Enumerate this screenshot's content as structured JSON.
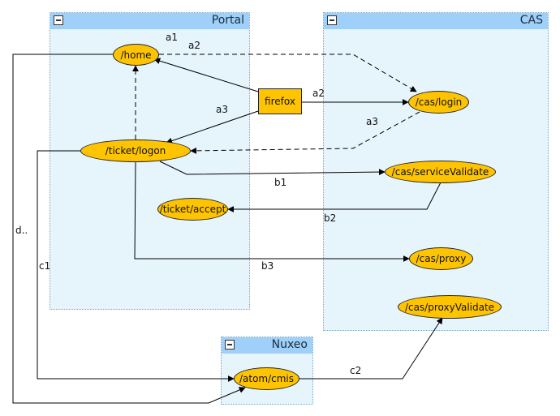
{
  "groups": {
    "portal": {
      "title": "Portal"
    },
    "cas": {
      "title": "CAS"
    },
    "nuxeo": {
      "title": "Nuxeo"
    }
  },
  "nodes": {
    "home": "/home",
    "ticket_logon": "/ticket/logon",
    "ticket_accept": "/ticket/accept",
    "firefox": "firefox",
    "cas_login": "/cas/login",
    "cas_service_validate": "/cas/serviceValidate",
    "cas_proxy": "/cas/proxy",
    "cas_proxy_validate": "/cas/proxyValidate",
    "atom_cmis": "/atom/cmis"
  },
  "edge_labels": {
    "a1": "a1",
    "a2_top": "a2",
    "a2_right": "a2",
    "a3_left": "a3",
    "a3_right": "a3",
    "b1": "b1",
    "b2": "b2",
    "b3": "b3",
    "c1": "c1",
    "c2": "c2",
    "d": "d.."
  },
  "colors": {
    "group_fill": "#e6f4fc",
    "group_header": "#9fd0f9",
    "node_fill": "#ffc400"
  }
}
